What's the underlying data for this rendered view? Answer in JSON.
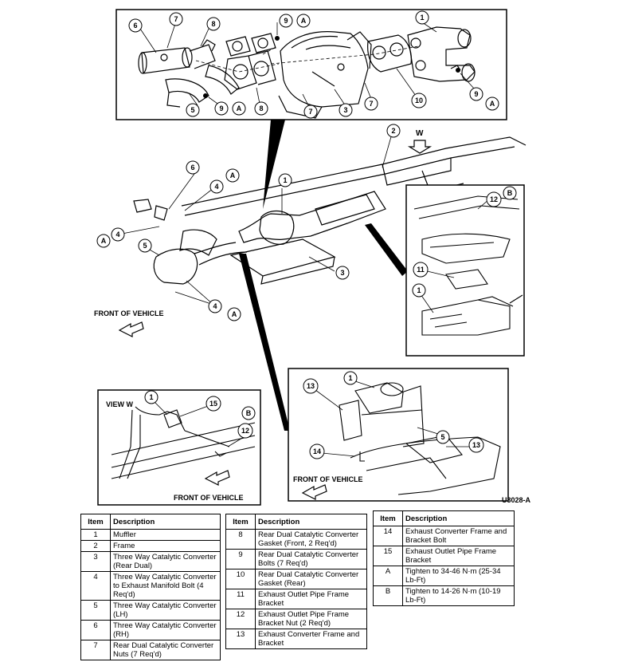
{
  "figure_code": "U3028-A",
  "labels": {
    "front_of_vehicle": "FRONT OF VEHICLE",
    "view_w": "VIEW W",
    "w": "W"
  },
  "callouts": {
    "one": "1",
    "two": "2",
    "three": "3",
    "four": "4",
    "five": "5",
    "six": "6",
    "seven": "7",
    "eight": "8",
    "nine": "9",
    "ten": "10",
    "eleven": "11",
    "twelve": "12",
    "thirteen": "13",
    "fourteen": "14",
    "fifteen": "15",
    "a": "A",
    "b": "B"
  },
  "legend_headers": {
    "item": "Item",
    "description": "Description"
  },
  "legend_tables": [
    {
      "rows": [
        {
          "item": "1",
          "description": "Muffler"
        },
        {
          "item": "2",
          "description": "Frame"
        },
        {
          "item": "3",
          "description": "Three Way Catalytic Converter (Rear Dual)"
        },
        {
          "item": "4",
          "description": "Three Way Catalytic Converter to Exhaust Manifold Bolt (4 Req'd)"
        },
        {
          "item": "5",
          "description": "Three Way Catalytic Converter (LH)"
        },
        {
          "item": "6",
          "description": "Three Way Catalytic Converter (RH)"
        },
        {
          "item": "7",
          "description": "Rear Dual Catalytic Converter Nuts (7 Req'd)"
        }
      ]
    },
    {
      "rows": [
        {
          "item": "8",
          "description": "Rear Dual Catalytic Converter Gasket (Front, 2 Req'd)"
        },
        {
          "item": "9",
          "description": "Rear Dual Catalytic Converter Bolts (7 Req'd)"
        },
        {
          "item": "10",
          "description": "Rear Dual Catalytic Converter Gasket (Rear)"
        },
        {
          "item": "11",
          "description": "Exhaust Outlet Pipe Frame Bracket"
        },
        {
          "item": "12",
          "description": "Exhaust Outlet Pipe Frame Bracket Nut (2 Req'd)"
        },
        {
          "item": "13",
          "description": "Exhaust Converter Frame and Bracket"
        }
      ]
    },
    {
      "rows": [
        {
          "item": "14",
          "description": "Exhaust Converter Frame and Bracket Bolt"
        },
        {
          "item": "15",
          "description": "Exhaust Outlet Pipe Frame Bracket"
        },
        {
          "item": "A",
          "description": "Tighten to 34-46 N·m (25-34 Lb-Ft)"
        },
        {
          "item": "B",
          "description": "Tighten to 14-26 N·m (10-19 Lb-Ft)"
        }
      ]
    }
  ]
}
